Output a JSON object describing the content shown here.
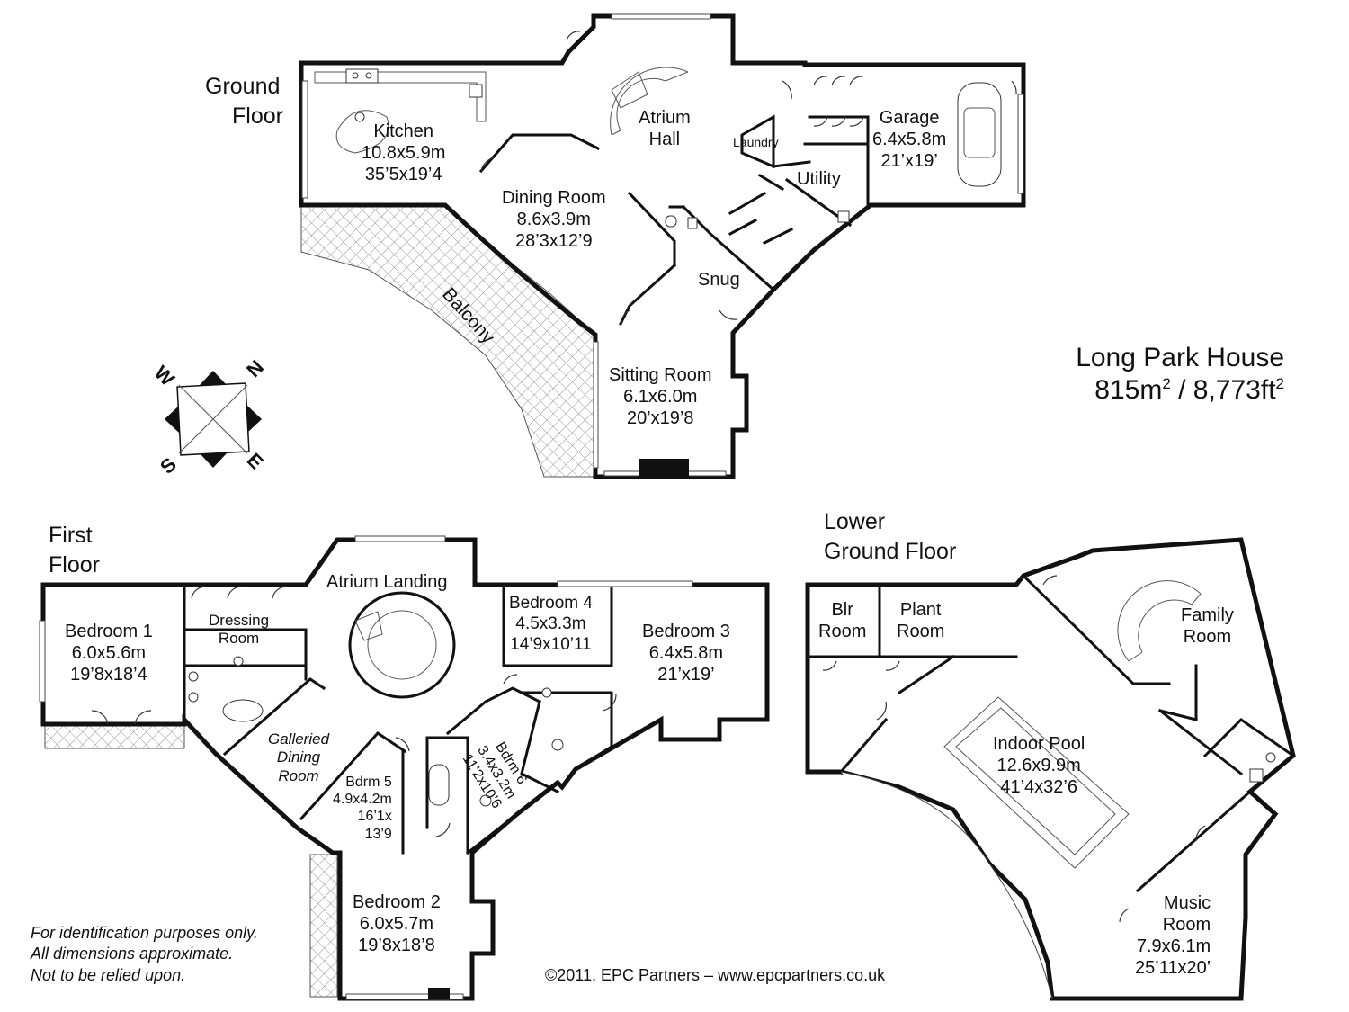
{
  "house": {
    "name": "Long Park House",
    "area_m": "815m",
    "area_sep": " / 8,773ft",
    "sq": "2"
  },
  "floors": {
    "ground": {
      "line1": "Ground",
      "line2": "Floor"
    },
    "first": {
      "line1": "First",
      "line2": "Floor"
    },
    "lower": {
      "line1": "Lower",
      "line2": "Ground Floor"
    }
  },
  "rooms": {
    "kitchen": {
      "name": "Kitchen",
      "metric": "10.8x5.9m",
      "imperial": "35’5x19’4"
    },
    "atrium_hall": {
      "line1": "Atrium",
      "line2": "Hall"
    },
    "garage": {
      "name": "Garage",
      "metric": "6.4x5.8m",
      "imperial": "21’x19’"
    },
    "laundry": {
      "name": "Laundry"
    },
    "utility": {
      "name": "Utility"
    },
    "dining": {
      "name": "Dining Room",
      "metric": "8.6x3.9m",
      "imperial": "28’3x12’9"
    },
    "snug": {
      "name": "Snug"
    },
    "balcony": {
      "name": "Balcony"
    },
    "sitting": {
      "name": "Sitting Room",
      "metric": "6.1x6.0m",
      "imperial": "20’x19’8"
    },
    "bedroom1": {
      "name": "Bedroom 1",
      "metric": "6.0x5.6m",
      "imperial": "19’8x18’4"
    },
    "dressing": {
      "line1": "Dressing",
      "line2": "Room"
    },
    "atrium_landing": {
      "name": "Atrium Landing"
    },
    "bedroom4": {
      "name": "Bedroom 4",
      "metric": "4.5x3.3m",
      "imperial": "14’9x10’11"
    },
    "bedroom3": {
      "name": "Bedroom 3",
      "metric": "6.4x5.8m",
      "imperial": "21’x19’"
    },
    "galleried": {
      "line1": "Galleried",
      "line2": "Dining",
      "line3": "Room"
    },
    "bdrm5": {
      "name": "Bdrm 5",
      "metric": "4.9x4.2m",
      "imperial1": "16’1x",
      "imperial2": "13’9"
    },
    "bdrm6": {
      "name": "Bdrm 6",
      "metric": "3.4x3.2m",
      "imperial": "11’2x10’6"
    },
    "bedroom2": {
      "name": "Bedroom 2",
      "metric": "6.0x5.7m",
      "imperial": "19’8x18’8"
    },
    "blr": {
      "line1": "Blr",
      "line2": "Room"
    },
    "plant": {
      "line1": "Plant",
      "line2": "Room"
    },
    "family": {
      "line1": "Family",
      "line2": "Room"
    },
    "pool": {
      "name": "Indoor Pool",
      "metric": "12.6x9.9m",
      "imperial": "41’4x32’6"
    },
    "music": {
      "line1": "Music",
      "line2": "Room",
      "metric": "7.9x6.1m",
      "imperial": "25’11x20’"
    }
  },
  "compass": {
    "n": "N",
    "e": "E",
    "s": "S",
    "w": "W"
  },
  "disclaimer": {
    "line1": "For identification purposes only.",
    "line2": "All dimensions approximate.",
    "line3": "Not to be relied upon."
  },
  "credit": "©2011, EPC Partners – www.epcpartners.co.uk"
}
